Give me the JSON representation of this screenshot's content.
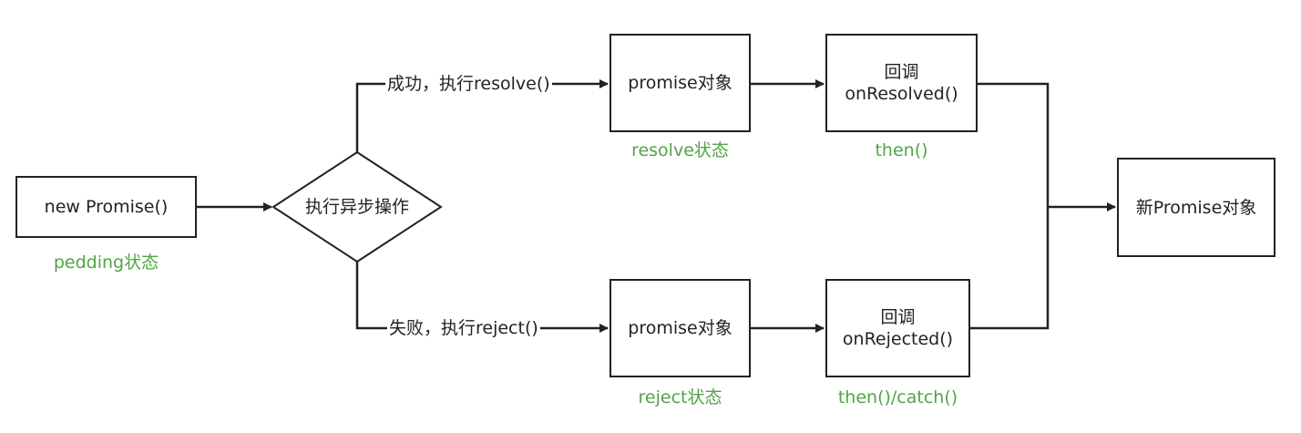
{
  "colors": {
    "stroke": "#222222",
    "state_text": "#52a447"
  },
  "nodes": {
    "start": {
      "label": "new Promise()"
    },
    "decision": {
      "label": "执行异步操作"
    },
    "resolved_promise": {
      "label": "promise对象"
    },
    "rejected_promise": {
      "label": "promise对象"
    },
    "on_resolved": {
      "line1": "回调",
      "line2": "onResolved()"
    },
    "on_rejected": {
      "line1": "回调",
      "line2": "onRejected()"
    },
    "new_promise": {
      "label": "新Promise对象"
    }
  },
  "edges": {
    "success": "成功，执行resolve()",
    "failure": "失败，执行reject()"
  },
  "states": {
    "pending": "pedding状态",
    "resolve": "resolve状态",
    "reject": "reject状态",
    "then": "then()",
    "then_catch": "then()/catch()"
  }
}
